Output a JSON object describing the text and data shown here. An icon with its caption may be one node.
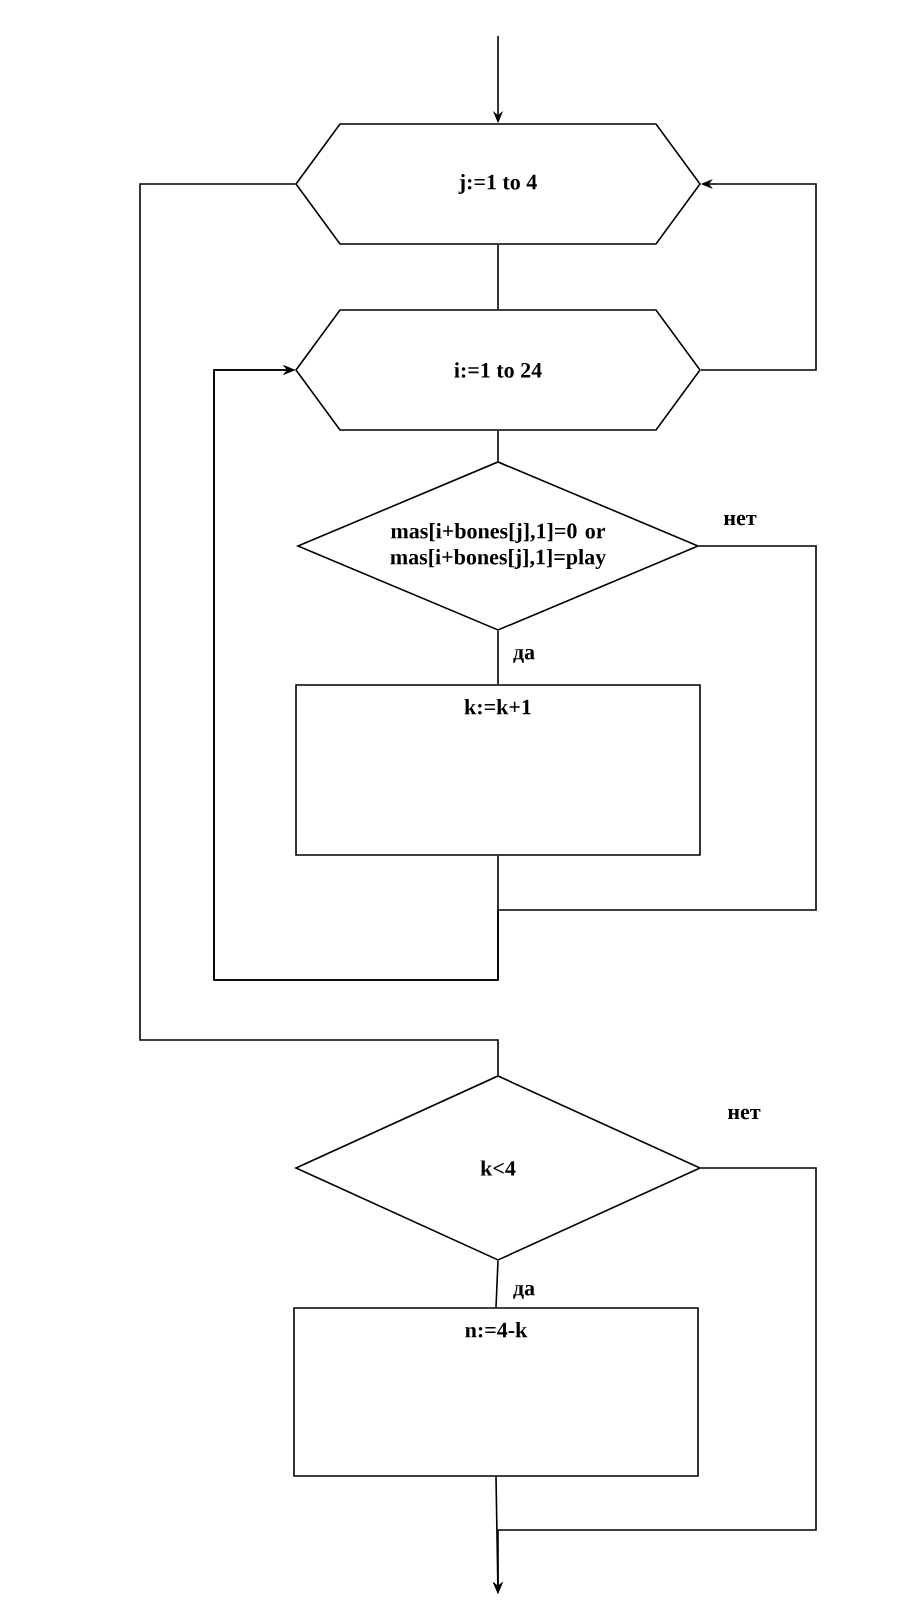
{
  "diagram": {
    "nodes": [
      {
        "text": [
          "j:=1 to 4"
        ]
      },
      {
        "text": [
          "i:=1 to 24"
        ]
      },
      {
        "text": [
          "mas[i+bones[j],1]=0 or mas[i+bones[j],1]=play"
        ]
      },
      {
        "text": [
          "k:=k+1"
        ]
      },
      {
        "text": [
          "k<4"
        ]
      },
      {
        "text": [
          "n:=4-k"
        ]
      }
    ],
    "edges": [
      {
        "from": null,
        "to": 0,
        "arrow": "to"
      },
      {
        "from": 0,
        "to": 1,
        "arrow": "none"
      },
      {
        "from": 1,
        "to": 2,
        "arrow": "none"
      },
      {
        "from": 2,
        "to": 3,
        "arrow": "none",
        "label": "да"
      },
      {
        "from": 2,
        "to": 1,
        "arrow": "to",
        "label": "нет"
      },
      {
        "from": 3,
        "to": 1,
        "arrow": "to"
      },
      {
        "from": 1,
        "to": 0,
        "arrow": "to"
      },
      {
        "from": 0,
        "to": 4,
        "arrow": "none"
      },
      {
        "from": 4,
        "to": 5,
        "arrow": "none",
        "label": "да"
      },
      {
        "from": 5,
        "to": null,
        "arrow": "to"
      },
      {
        "from": 4,
        "to": null,
        "arrow": "to",
        "label": "нет"
      }
    ]
  }
}
